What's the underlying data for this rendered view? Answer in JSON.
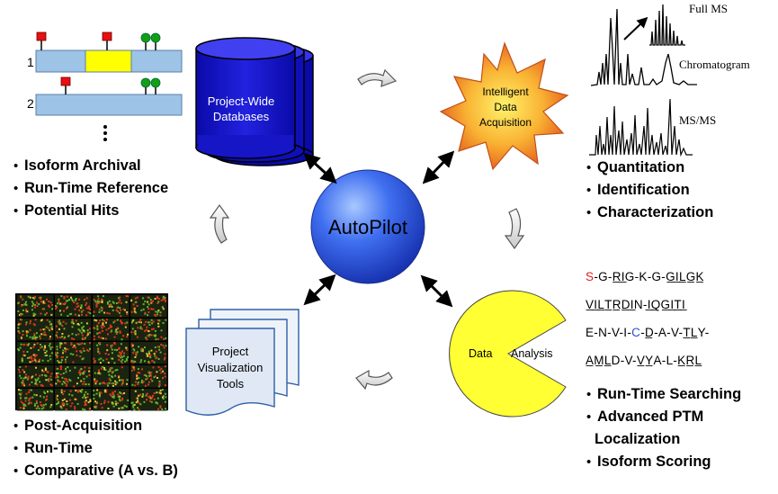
{
  "center": {
    "label": "AutoPilot"
  },
  "isoforms": {
    "row1_label": "1",
    "row2_label": "2",
    "ellipsis": "⋮"
  },
  "databases": {
    "label_line1": "Project-Wide",
    "label_line2": "Databases"
  },
  "acquisition": {
    "label_line1": "Intelligent",
    "label_line2": "Data",
    "label_line3": "Acquisition"
  },
  "spectra": {
    "full_ms": "Full MS",
    "chromatogram": "Chromatogram",
    "msms": "MS/MS"
  },
  "visualization": {
    "label_line1": "Project",
    "label_line2": "Visualization",
    "label_line3": "Tools"
  },
  "analysis": {
    "label_left": "Data",
    "label_right": "Analysis"
  },
  "bullets_top_left": [
    "Isoform Archival",
    "Run-Time Reference",
    "Potential Hits"
  ],
  "bullets_top_right": [
    "Quantitation",
    "Identification",
    "Characterization"
  ],
  "bullets_bottom_left": [
    "Post-Acquisition",
    "Run-Time",
    "Comparative (A vs. B)"
  ],
  "bullets_bottom_right": [
    "Run-Time Searching",
    "Advanced PTM",
    "Localization",
    "Isoform Scoring"
  ],
  "sequence": {
    "line1_red": "S",
    "line1_rest": "-G-R̲I̲G-K-G-G̲I̲L̲G̲K̲",
    "line2": "V̲I̲L̲T̲R̲D̲I̲N-I̲Q̲G̲I̲T̲I̲",
    "line3_a": "E-N-V-I-",
    "line3_blue": "C",
    "line3_b": "-D̲-A-V-T̲L̲Y-",
    "line4": "A̲M̲L̲D-V-V̲Y̲A-L-K̲R̲L̲"
  },
  "colors": {
    "isoform_bar": "#9dc3e6",
    "isoform_highlight": "#ffff00",
    "marker_red": "#e81010",
    "marker_green": "#11a011",
    "database": "#1414c8",
    "center_sphere": "#3c6ef0",
    "burst_outer": "#e8742a",
    "burst_inner": "#ffef5a",
    "pacman": "#ffff33"
  }
}
